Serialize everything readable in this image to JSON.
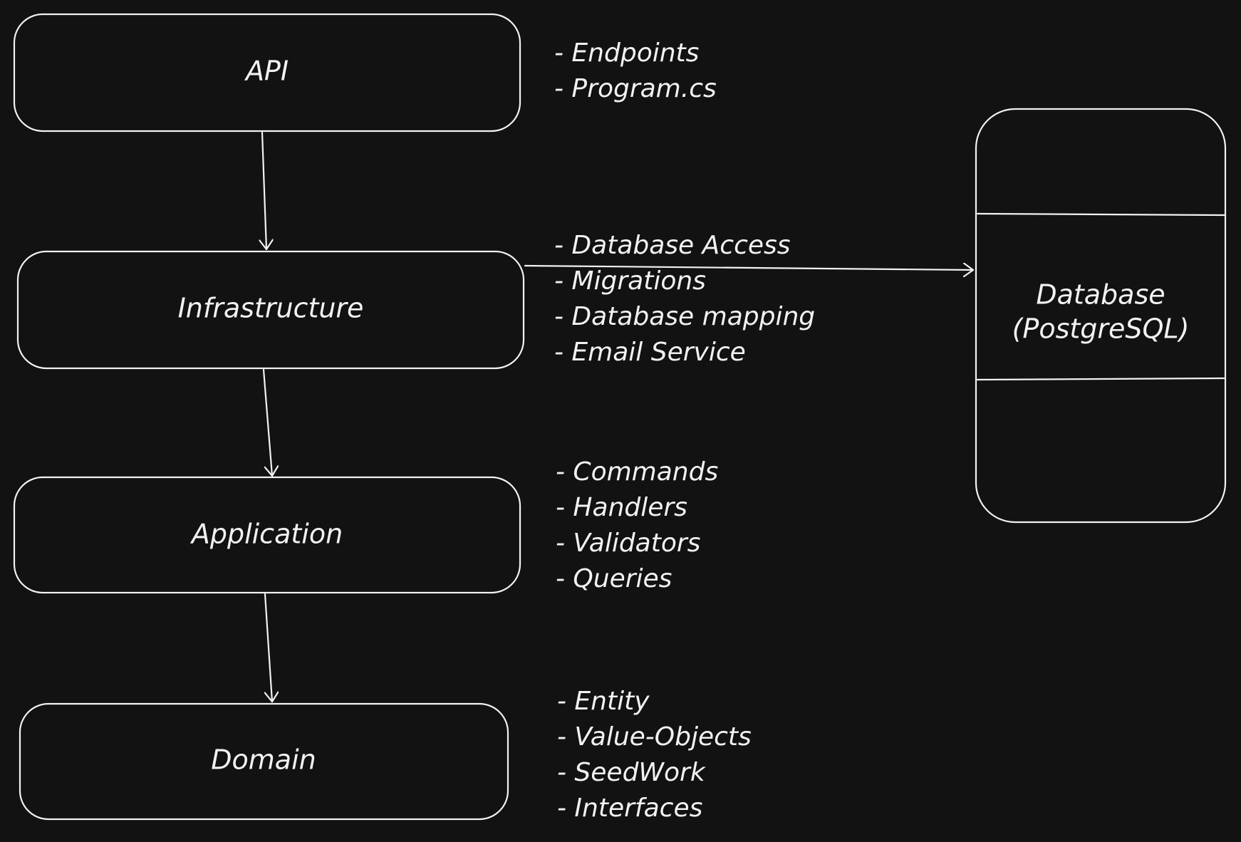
{
  "colors": {
    "background": "#121212",
    "stroke": "#f2f2f2",
    "text": "#f2f2f2"
  },
  "layers": {
    "api": {
      "label": "API",
      "notes": [
        "- Endpoints",
        "- Program.cs"
      ]
    },
    "infrastructure": {
      "label": "Infrastructure",
      "notes": [
        "- Database Access",
        "- Migrations",
        "- Database mapping",
        "- Email Service"
      ]
    },
    "application": {
      "label": "Application",
      "notes": [
        "- Commands",
        "- Handlers",
        "- Validators",
        "- Queries"
      ]
    },
    "domain": {
      "label": "Domain",
      "notes": [
        "- Entity",
        "- Value-Objects",
        "- SeedWork",
        "- Interfaces"
      ]
    }
  },
  "database": {
    "label_line1": "Database",
    "label_line2": "(PostgreSQL)"
  }
}
